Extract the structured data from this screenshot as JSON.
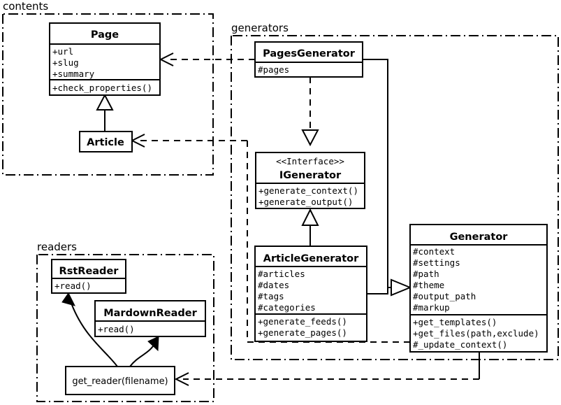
{
  "diagram": {
    "kind": "uml-class-diagram",
    "background": "#ffffff",
    "stroke": "#000000",
    "packages": [
      {
        "id": "contents",
        "label": "contents"
      },
      {
        "id": "generators",
        "label": "generators"
      },
      {
        "id": "readers",
        "label": "readers"
      }
    ],
    "classes": {
      "page": {
        "name": "Page",
        "attributes": [
          "+url",
          "+slug",
          "+summary"
        ],
        "methods": [
          "+check_properties()"
        ]
      },
      "article": {
        "name": "Article",
        "attributes": [],
        "methods": []
      },
      "pages_generator": {
        "name": "PagesGenerator",
        "attributes": [
          "#pages"
        ],
        "methods": []
      },
      "igenerator": {
        "stereotype": "<<Interface>>",
        "name": "IGenerator",
        "attributes": [],
        "methods": [
          "+generate_context()",
          "+generate_output()"
        ]
      },
      "article_generator": {
        "name": "ArticleGenerator",
        "attributes": [
          "#articles",
          "#dates",
          "#tags",
          "#categories"
        ],
        "methods": [
          "+generate_feeds()",
          "+generate_pages()"
        ]
      },
      "generator": {
        "name": "Generator",
        "attributes": [
          "#context",
          "#settings",
          "#path",
          "#theme",
          "#output_path",
          "#markup"
        ],
        "methods": [
          "+get_templates()",
          "+get_files(path,exclude)",
          "#_update_context()"
        ]
      },
      "rst_reader": {
        "name": "RstReader",
        "attributes": [],
        "methods": [
          "+read()"
        ]
      },
      "mardown_reader": {
        "name": "MardownReader",
        "attributes": [],
        "methods": [
          "+read()"
        ]
      },
      "get_reader": {
        "name": "get_reader(filename)"
      }
    },
    "relations": [
      {
        "id": "page-article",
        "type": "generalization",
        "from": "Article",
        "to": "Page"
      },
      {
        "id": "pagesgen-page",
        "type": "dependency",
        "from": "PagesGenerator",
        "to": "Page"
      },
      {
        "id": "articlegen-article",
        "type": "dependency",
        "from": "ArticleGenerator",
        "to": "Article"
      },
      {
        "id": "pagesgen-igenerator",
        "type": "realization",
        "from": "PagesGenerator",
        "to": "IGenerator"
      },
      {
        "id": "articlegen-igenerator",
        "type": "generalization",
        "from": "ArticleGenerator",
        "to": "IGenerator"
      },
      {
        "id": "pagesgen-generator",
        "type": "generalization",
        "from": "PagesGenerator",
        "to": "Generator"
      },
      {
        "id": "articlegen-generator",
        "type": "generalization",
        "from": "ArticleGenerator",
        "to": "Generator"
      },
      {
        "id": "generator-getreader",
        "type": "dependency",
        "from": "Generator",
        "to": "get_reader(filename)"
      },
      {
        "id": "getreader-rstreader",
        "type": "instantiates",
        "from": "get_reader(filename)",
        "to": "RstReader"
      },
      {
        "id": "getreader-mardownreader",
        "type": "instantiates",
        "from": "get_reader(filename)",
        "to": "MardownReader"
      }
    ]
  }
}
